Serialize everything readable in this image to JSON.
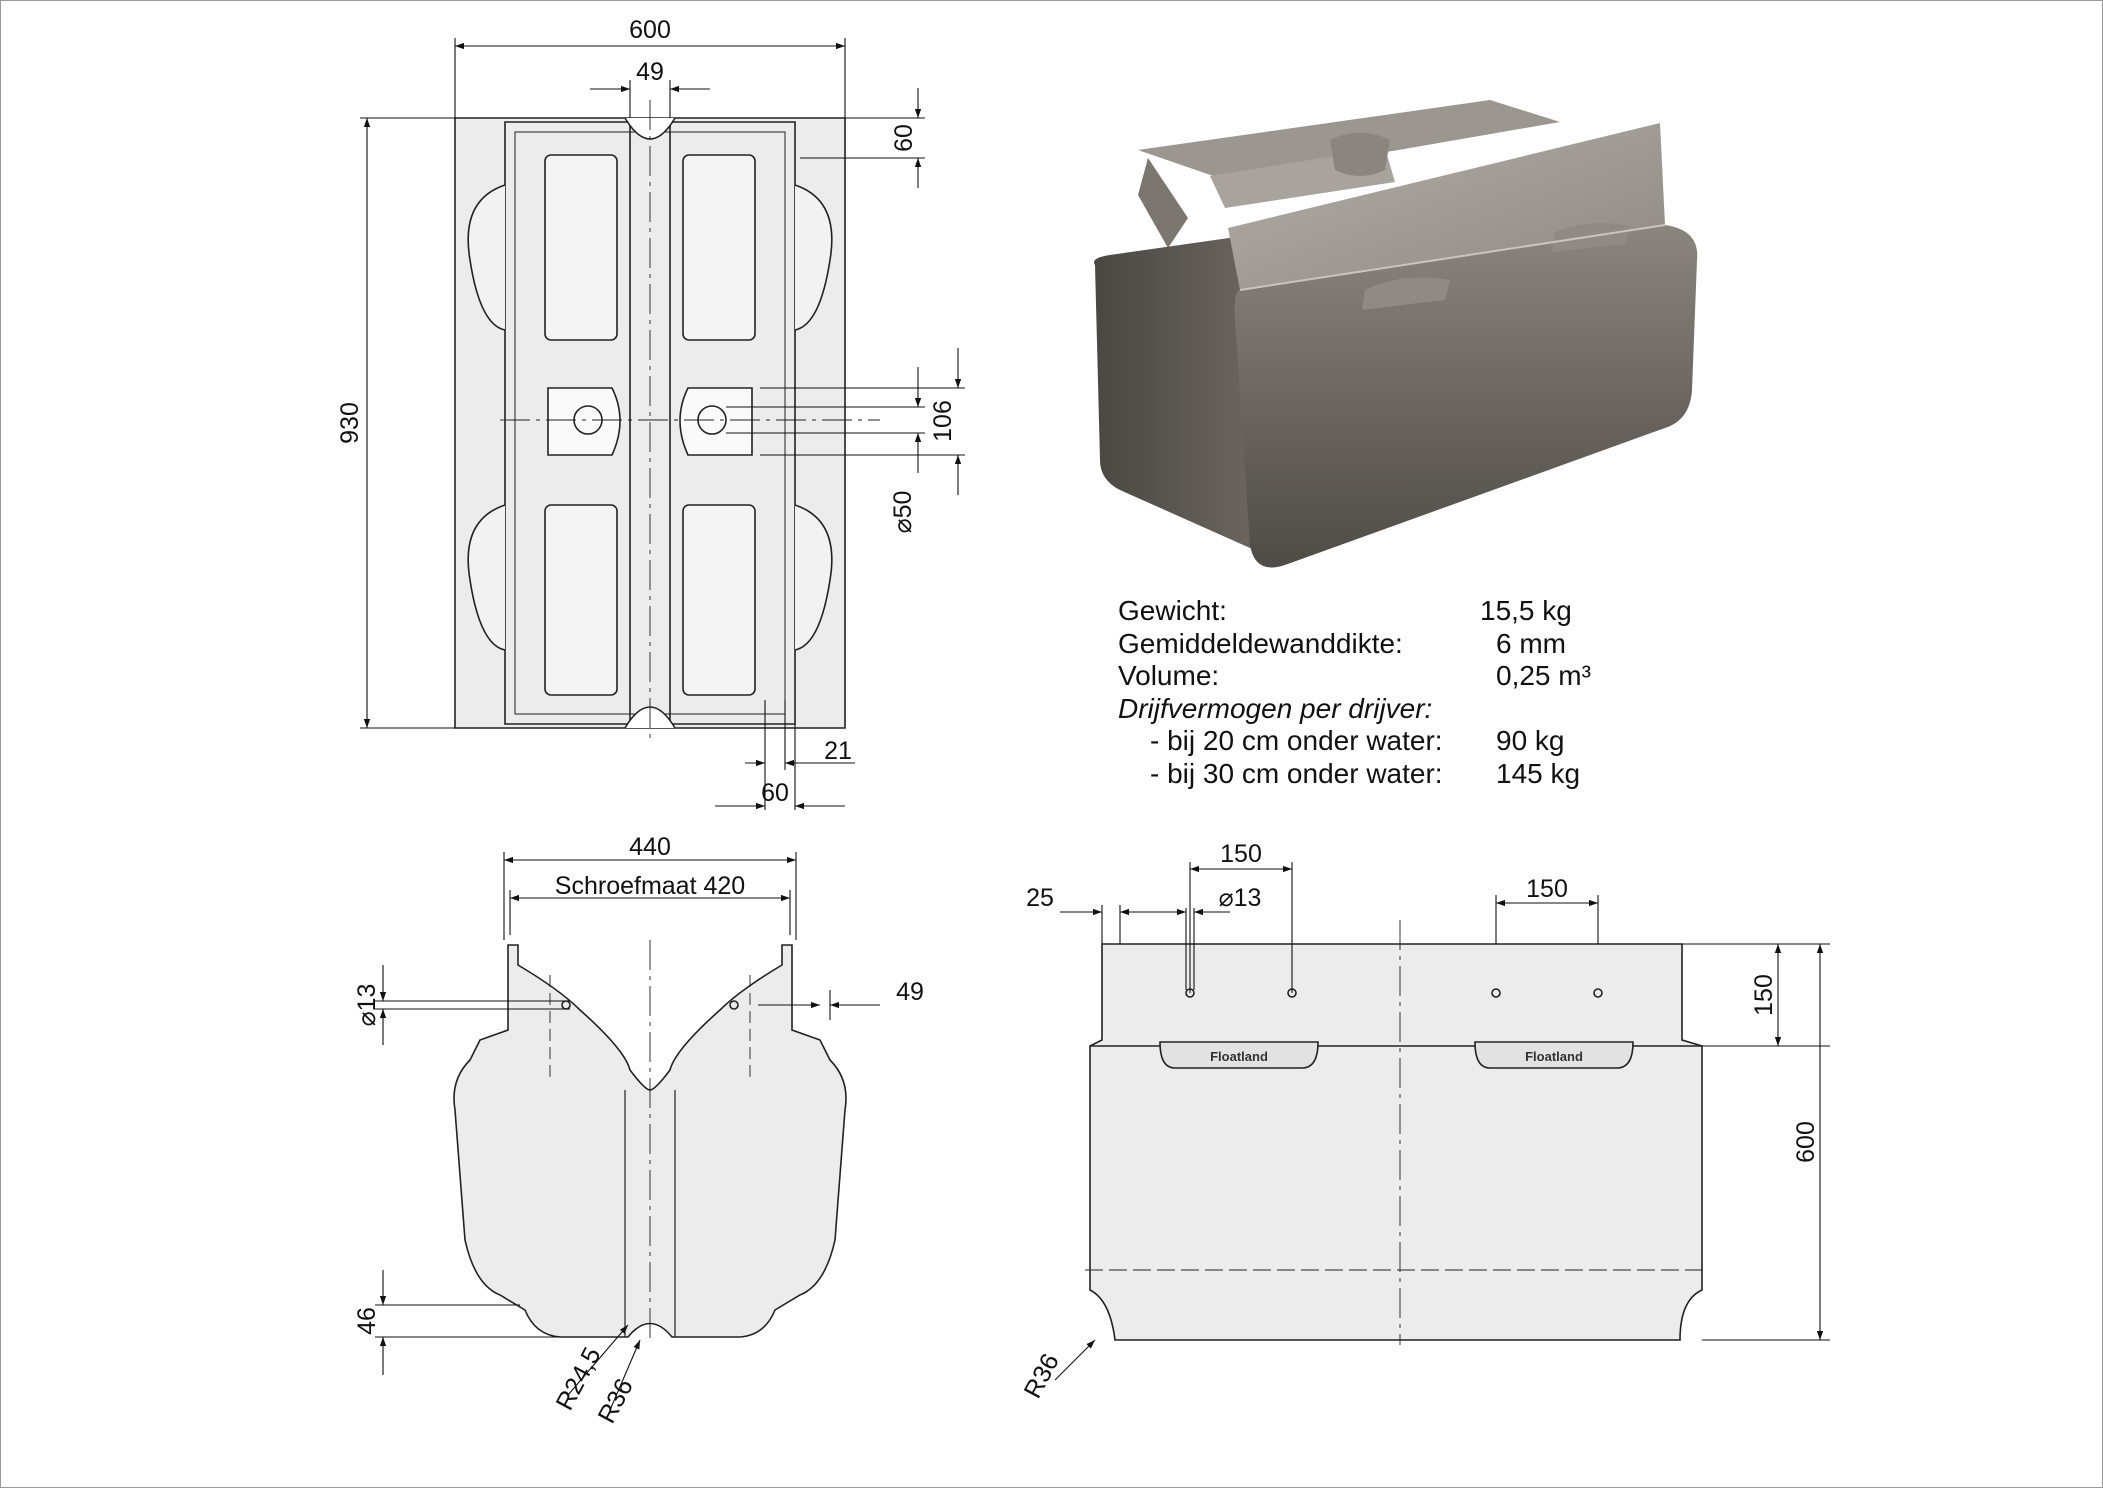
{
  "drawing": {
    "top_view": {
      "overall_width": "600",
      "center_gap": "49",
      "end_offset": "60",
      "overall_length": "930",
      "hole_spacing": "106",
      "hole_diameter": "⌀50",
      "rim_width": "21",
      "rim_offset": "60"
    },
    "end_view": {
      "bolt_span": "440",
      "bolt_span_label": "Schroefmaat 420",
      "hole_diameter": "⌀13",
      "flange_offset": "49",
      "bottom_height": "46",
      "inner_radius": "R24,5",
      "outer_radius": "R36"
    },
    "side_view": {
      "edge_offset": "25",
      "hole_pitch_left": "150",
      "hole_diameter": "⌀13",
      "hole_pitch_right": "150",
      "flange_height": "150",
      "overall_height": "600",
      "corner_radius": "R36",
      "logo_text": "Floatland"
    }
  },
  "specs": {
    "weight_label": "Gewicht:",
    "weight_value": "15,5 kg",
    "wall_label": "Gemiddeldewanddikte:",
    "wall_value": "6 mm",
    "volume_label": "Volume:",
    "volume_value": "0,25 m³",
    "buoyancy_label": "Drijfvermogen per drijver:",
    "buoyancy_20_label": "- bij 20 cm onder water:",
    "buoyancy_20_value": "90 kg",
    "buoyancy_30_label": "- bij 30 cm onder water:",
    "buoyancy_30_value": "145 kg"
  },
  "colors": {
    "part_fill": "#ececec",
    "line": "#222222",
    "render_body": "#6f6a64"
  }
}
